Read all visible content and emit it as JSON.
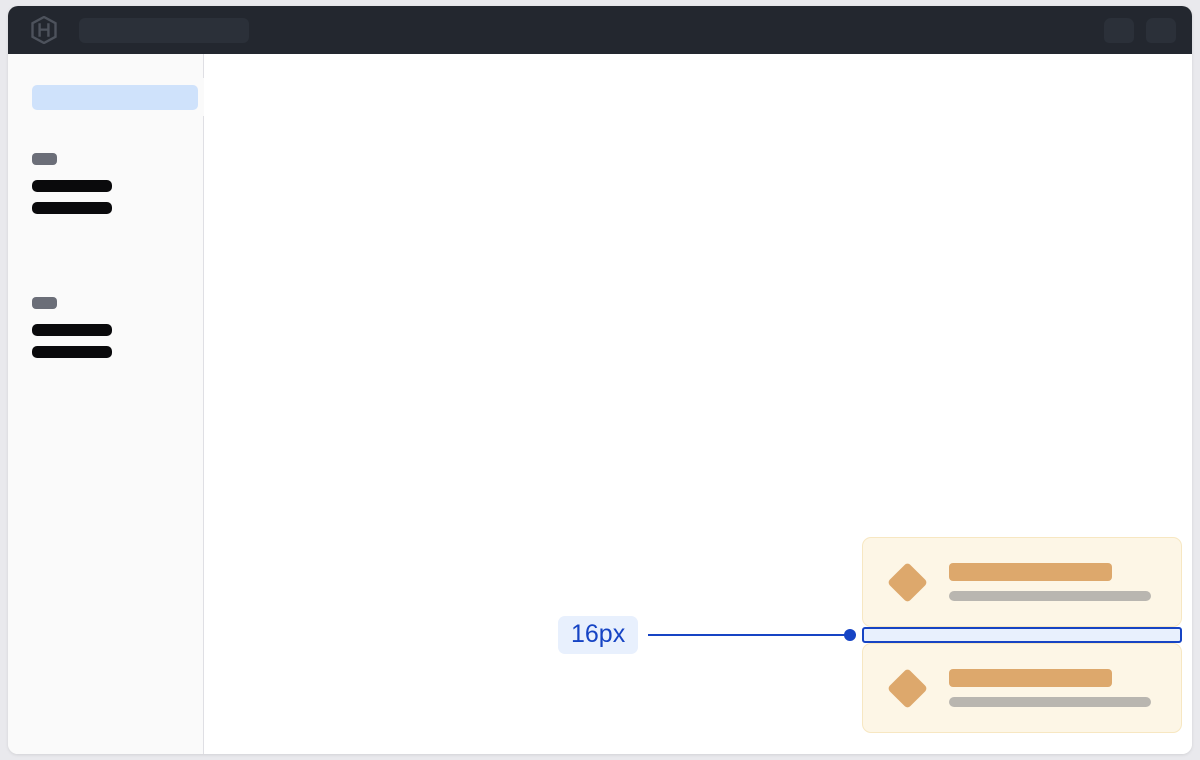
{
  "window": {
    "background_color": "#e9e9ed",
    "surface_color": "#ffffff"
  },
  "topbar": {
    "background_color": "#23272f",
    "logo_icon": "hashicorp-hexagon-logo",
    "search": {
      "placeholder": "",
      "value": "",
      "state": "empty-placeholder"
    },
    "right_controls": [
      {
        "icon": "topbar-chip-placeholder-1",
        "label": ""
      },
      {
        "icon": "topbar-chip-placeholder-2",
        "label": ""
      }
    ]
  },
  "sidebar": {
    "background_color": "#fafafa",
    "active_item": {
      "label": "",
      "highlight_color": "#cfe2fb"
    },
    "edge_tab": {
      "icon": "sidebar-collapse-tab",
      "label": ""
    },
    "groups": [
      {
        "label": "",
        "items": [
          {
            "label": ""
          },
          {
            "label": ""
          }
        ]
      },
      {
        "label": "",
        "items": [
          {
            "label": ""
          },
          {
            "label": ""
          }
        ]
      }
    ]
  },
  "main": {
    "cards": [
      {
        "icon": "diamond-icon",
        "title": "",
        "subtitle": "",
        "background_color": "#fdf6e6",
        "accent_color": "#dda86c"
      },
      {
        "icon": "diamond-icon",
        "title": "",
        "subtitle": "",
        "background_color": "#fdf6e6",
        "accent_color": "#dda86c"
      }
    ],
    "measurement": {
      "value": "16px",
      "accent_color": "#1644c4",
      "fill_color": "#e8f0fd",
      "measures": "vertical-gap-between-cards"
    }
  }
}
